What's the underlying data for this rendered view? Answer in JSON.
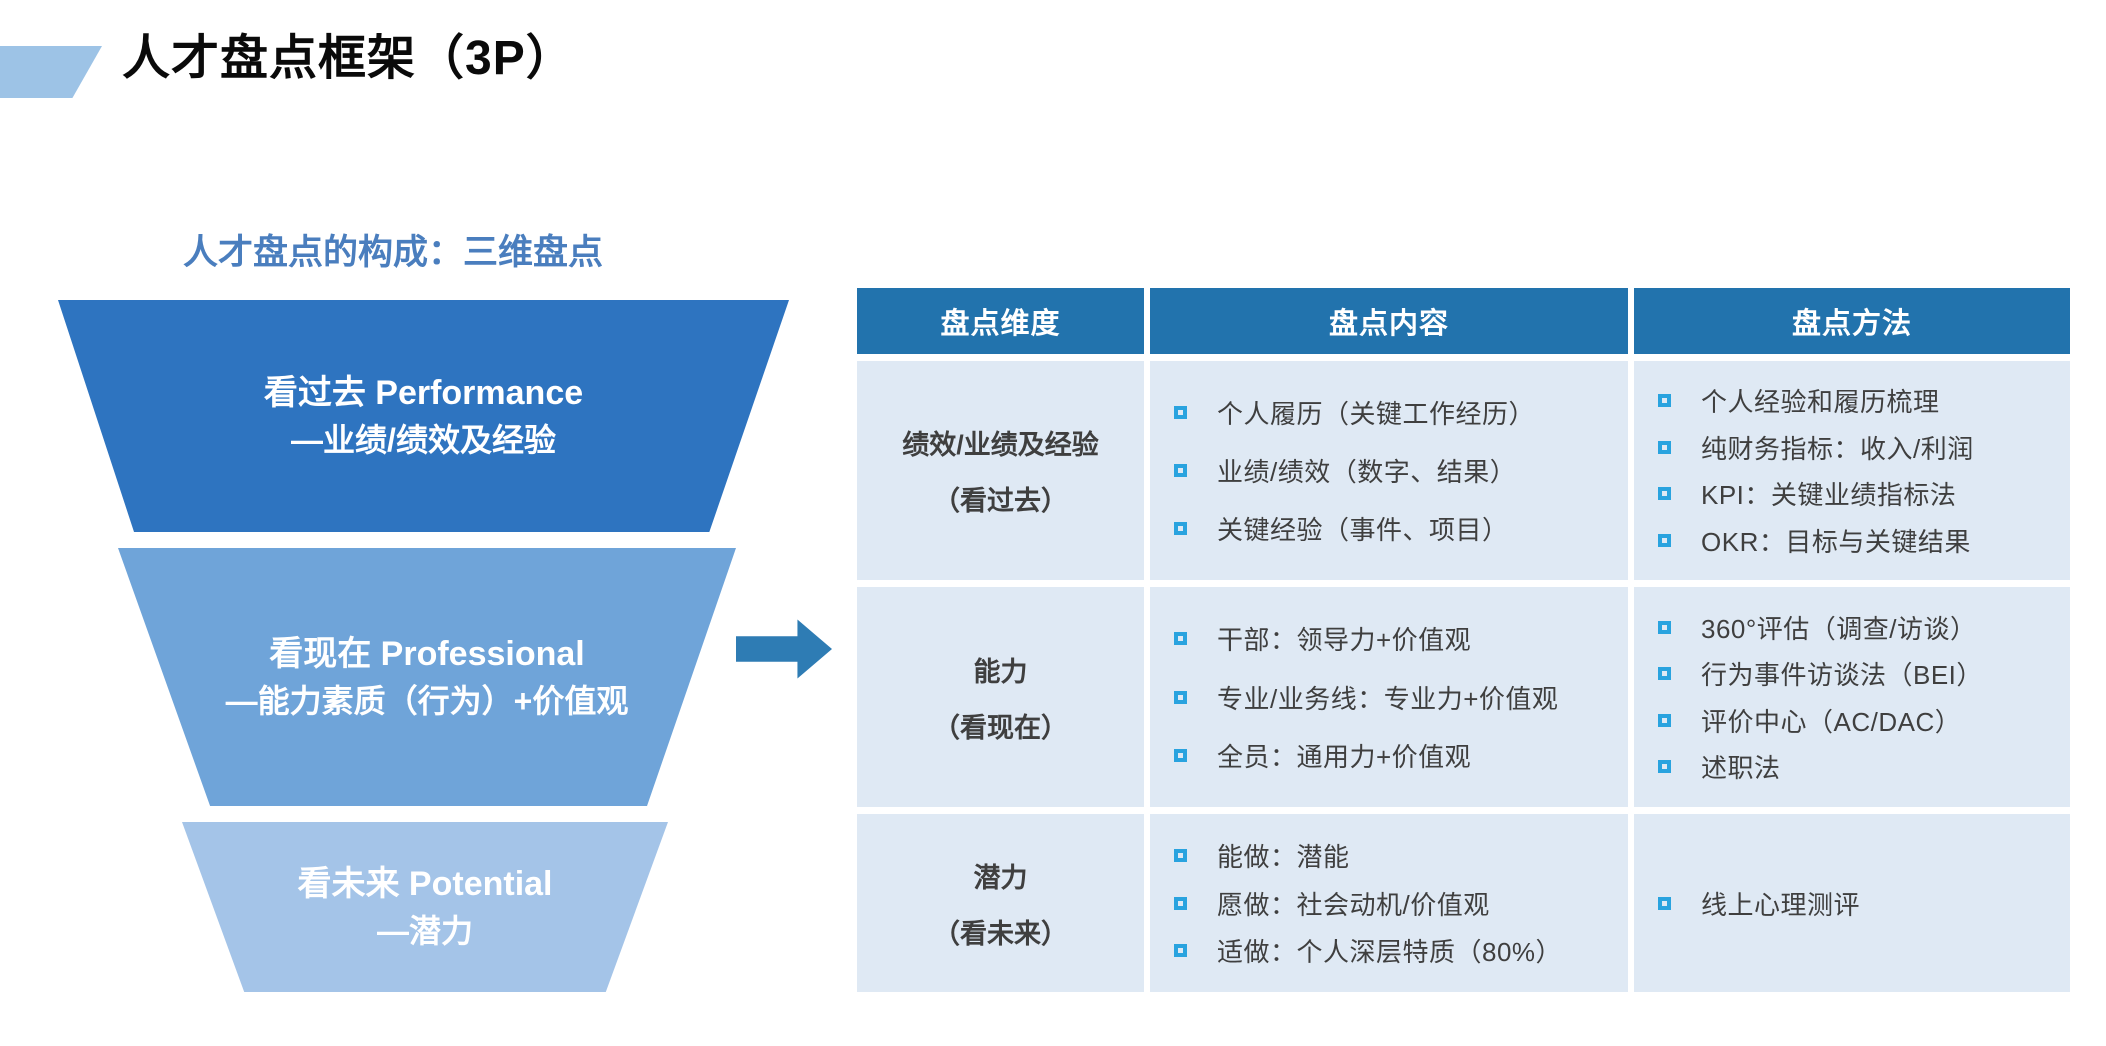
{
  "title": "人才盘点框架（3P）",
  "funnel": {
    "heading": "人才盘点的构成：三维盘点",
    "levels": [
      {
        "line1": "看过去 Performance",
        "line2": "—业绩/绩效及经验",
        "color": "#2E74C0"
      },
      {
        "line1": "看现在 Professional",
        "line2": "—能力素质（行为）+价值观",
        "color": "#6FA4D9"
      },
      {
        "line1": "看未来 Potential",
        "line2": "—潜力",
        "color": "#A4C4E8"
      }
    ]
  },
  "table": {
    "headers": [
      "盘点维度",
      "盘点内容",
      "盘点方法"
    ],
    "rows": [
      {
        "dimension_line1": "绩效/业绩及经验",
        "dimension_line2": "（看过去）",
        "content": [
          "个人履历（关键工作经历）",
          "业绩/绩效（数字、结果）",
          "关键经验（事件、项目）"
        ],
        "methods": [
          "个人经验和履历梳理",
          "纯财务指标：收入/利润",
          "KPI：关键业绩指标法",
          "OKR：目标与关键结果"
        ]
      },
      {
        "dimension_line1": "能力",
        "dimension_line2": "（看现在）",
        "content": [
          "干部：领导力+价值观",
          "专业/业务线：专业力+价值观",
          "全员：通用力+价值观"
        ],
        "methods": [
          "360°评估（调查/访谈）",
          "行为事件访谈法（BEI）",
          "评价中心（AC/DAC）",
          "述职法"
        ]
      },
      {
        "dimension_line1": "潜力",
        "dimension_line2": "（看未来）",
        "content": [
          "能做：潜能",
          "愿做：社会动机/价值观",
          "适做：个人深层特质（80%）"
        ],
        "methods": [
          "线上心理测评"
        ]
      }
    ]
  },
  "colors": {
    "accent_shape": "#9DC3E6",
    "heading_text": "#4A7EBE",
    "funnel_level_1": "#2E74C0",
    "funnel_level_2": "#6FA4D9",
    "funnel_level_3": "#A4C4E8",
    "arrow": "#2E7CB4",
    "table_header_bg": "#2273AD",
    "table_cell_bg": "#DFE9F4",
    "bullet": "#29A3DF",
    "body_text": "#3F3F3F"
  }
}
